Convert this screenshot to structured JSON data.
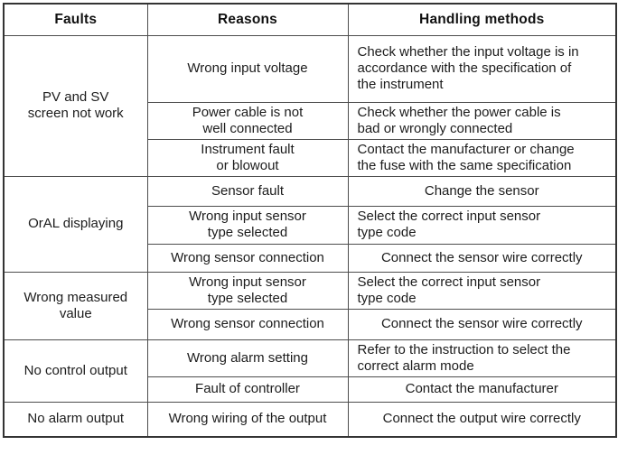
{
  "table": {
    "headers": [
      "Faults",
      "Reasons",
      "Handling methods"
    ],
    "sections": [
      {
        "fault": "PV and SV\nscreen not work",
        "rows": [
          {
            "reason": "Wrong input voltage",
            "handling": "Check whether the input voltage is in\naccordance with the specification of\nthe instrument"
          },
          {
            "reason": "Power cable is not\nwell connected",
            "handling": "Check whether the power cable is\nbad or wrongly connected"
          },
          {
            "reason": "Instrument fault\nor blowout",
            "handling": "Contact the manufacturer or change\nthe fuse with the same specification"
          }
        ]
      },
      {
        "fault": "OrAL displaying",
        "rows": [
          {
            "reason": "Sensor fault",
            "handling": "Change the sensor"
          },
          {
            "reason": "Wrong input sensor\ntype selected",
            "handling": "Select the correct input sensor\ntype code"
          },
          {
            "reason": "Wrong sensor connection",
            "handling": "Connect the sensor wire correctly"
          }
        ]
      },
      {
        "fault": "Wrong measured\nvalue",
        "rows": [
          {
            "reason": "Wrong input sensor\ntype selected",
            "handling": "Select the correct input sensor\ntype code"
          },
          {
            "reason": "Wrong sensor connection",
            "handling": "Connect the sensor wire correctly"
          }
        ]
      },
      {
        "fault": "No control output",
        "rows": [
          {
            "reason": "Wrong alarm setting",
            "handling": "Refer to the instruction to select the\ncorrect alarm mode"
          },
          {
            "reason": "Fault of controller",
            "handling": "Contact the manufacturer"
          }
        ]
      },
      {
        "fault": "No alarm output",
        "rows": [
          {
            "reason": "Wrong wiring of the output",
            "handling": "Connect the output wire correctly"
          }
        ]
      }
    ]
  }
}
